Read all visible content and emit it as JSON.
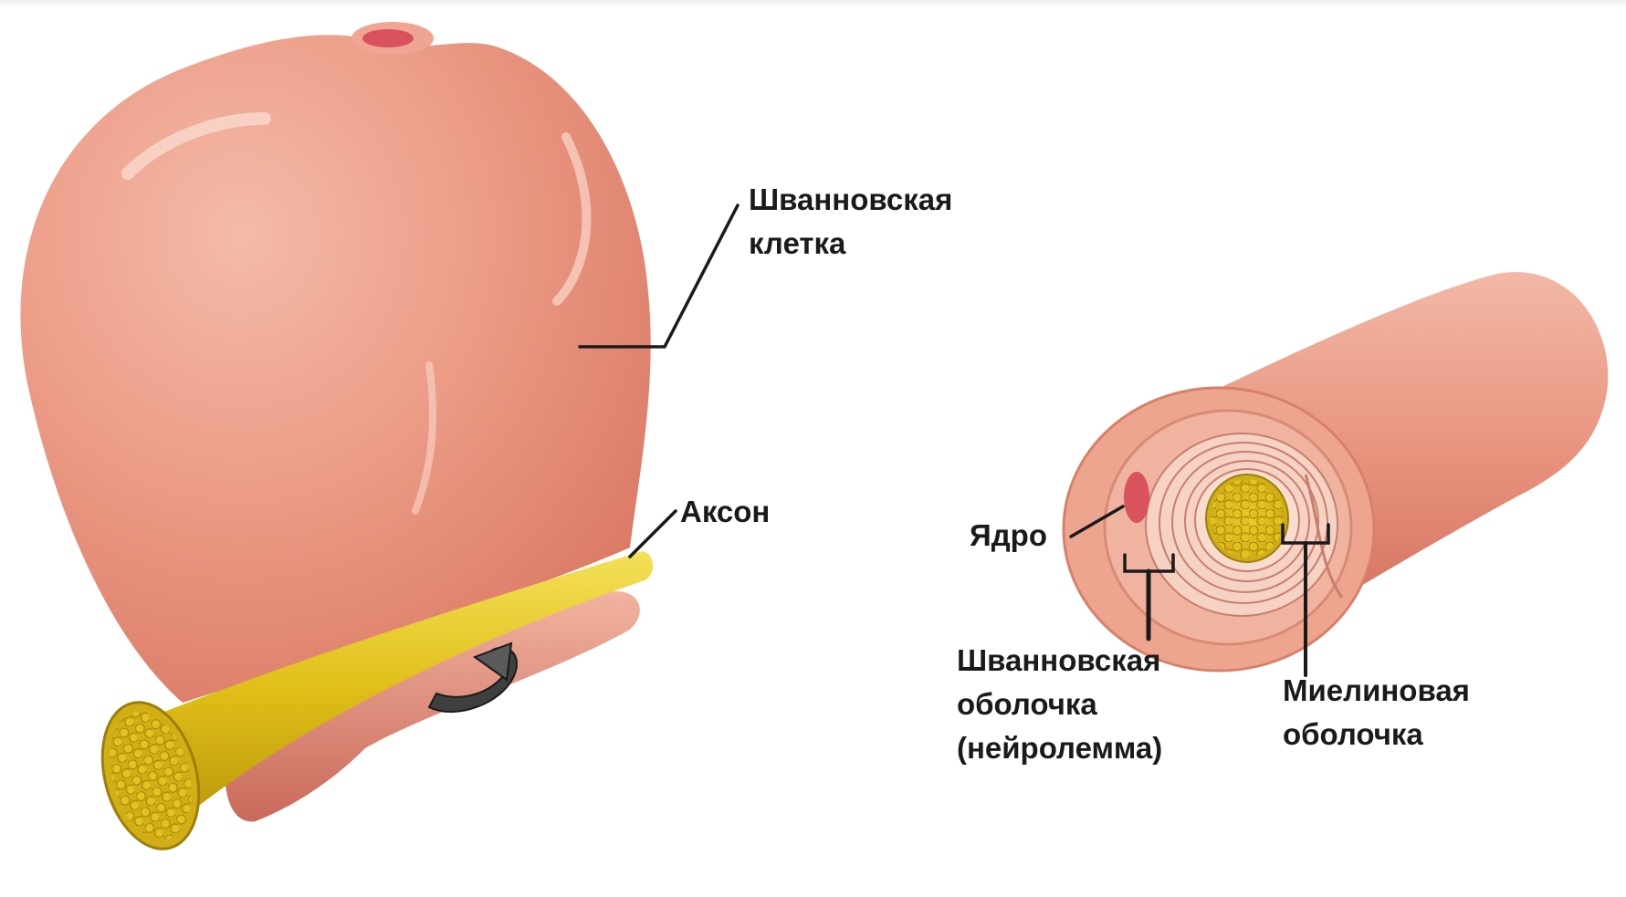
{
  "labels": {
    "schwann_cell": [
      "Шванновская",
      "клетка"
    ],
    "axon": "Аксон",
    "nucleus": "Ядро",
    "schwann_sheath": [
      "Шванновская",
      "оболочка",
      "(нейролемма)"
    ],
    "myelin_sheath": [
      "Миелиновая",
      "оболочка"
    ]
  },
  "colors": {
    "cell_body": "#e9927e",
    "cell_highlight": "#f6c3b2",
    "cell_shadow": "#cf6d5c",
    "axon_yellow": "#e2c21a",
    "axon_core": "#d7b41a",
    "nucleus": "#d9535e",
    "leader_line": "#1a1a1a"
  }
}
